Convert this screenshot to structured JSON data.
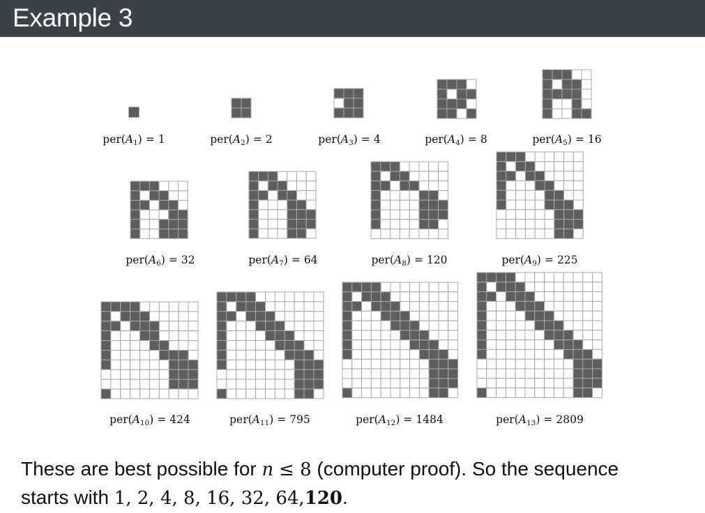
{
  "slide": {
    "title": "Example 3",
    "colors": {
      "title_bar": "#3b4248",
      "filled_cell": "#5e5e5e",
      "grid": "#a9a9a9"
    }
  },
  "matrices": [
    {
      "name": "A",
      "index": "1",
      "value": "1",
      "size": 1,
      "rows": [
        "1"
      ]
    },
    {
      "name": "A",
      "index": "2",
      "value": "2",
      "size": 2,
      "rows": [
        "11",
        "11"
      ]
    },
    {
      "name": "A",
      "index": "3",
      "value": "4",
      "size": 3,
      "rows": [
        "111",
        "011",
        "111"
      ]
    },
    {
      "name": "A",
      "index": "4",
      "value": "8",
      "size": 4,
      "rows": [
        "1110",
        "1011",
        "1110",
        "1101"
      ]
    },
    {
      "name": "A",
      "index": "5",
      "value": "16",
      "size": 5,
      "rows": [
        "11100",
        "10110",
        "11110",
        "10010",
        "10011"
      ]
    },
    {
      "name": "A",
      "index": "6",
      "value": "32",
      "size": 6,
      "rows": [
        "111000",
        "101100",
        "110110",
        "100011",
        "100111",
        "100111"
      ]
    },
    {
      "name": "A",
      "index": "7",
      "value": "64",
      "size": 7,
      "rows": [
        "1110000",
        "1011000",
        "1101100",
        "1000110",
        "1000111",
        "1000111",
        "1000110"
      ]
    },
    {
      "name": "A",
      "index": "8",
      "value": "120",
      "size": 8,
      "rows": [
        "11100000",
        "10110000",
        "11011000",
        "10000110",
        "10000111",
        "10000111",
        "10000110",
        "00000000"
      ]
    },
    {
      "name": "A",
      "index": "9",
      "value": "225",
      "size": 9,
      "rows": [
        "111000000",
        "101100000",
        "110110000",
        "100011000",
        "100001100",
        "100001110",
        "000000111",
        "000000111",
        "000000110"
      ]
    },
    {
      "name": "A",
      "index": "10",
      "value": "424",
      "size": 10,
      "rows": [
        "1111000000",
        "1011100000",
        "1101110000",
        "1000110000",
        "1000011000",
        "1000001110",
        "1000000111",
        "0000000111",
        "0000000111",
        "1000000000"
      ]
    },
    {
      "name": "A",
      "index": "11",
      "value": "795",
      "size": 11,
      "rows": [
        "11110000000",
        "10111000000",
        "11011100000",
        "10001110000",
        "10000111000",
        "10000011100",
        "10000001110",
        "10000000111",
        "00000000111",
        "00000000111",
        "10000000110"
      ]
    },
    {
      "name": "A",
      "index": "12",
      "value": "1484",
      "size": 12,
      "rows": [
        "111100000000",
        "101110000000",
        "110111000000",
        "100011100000",
        "100001110000",
        "100000111000",
        "100000011100",
        "100000001110",
        "000000000111",
        "000000000111",
        "000000000111",
        "100000000110"
      ]
    },
    {
      "name": "A",
      "index": "13",
      "value": "2809",
      "size": 13,
      "rows": [
        "1111000000000",
        "1011100000000",
        "1101110000000",
        "1000111000000",
        "1000011100000",
        "1000001110000",
        "1000000111000",
        "1000000011100",
        "1000000001110",
        "0000000000111",
        "0000000000111",
        "0000000000111",
        "1000000000110"
      ]
    }
  ],
  "footer": {
    "text_a": "These are best possible for ",
    "var_n": "n",
    "rel": "≤ 8",
    "text_b": " (computer proof). So the sequence",
    "text_c": "starts with",
    "seq_plain": "1, 2, 4, 8, 16, 32, 64,",
    "seq_bold": "120",
    "end": "."
  }
}
